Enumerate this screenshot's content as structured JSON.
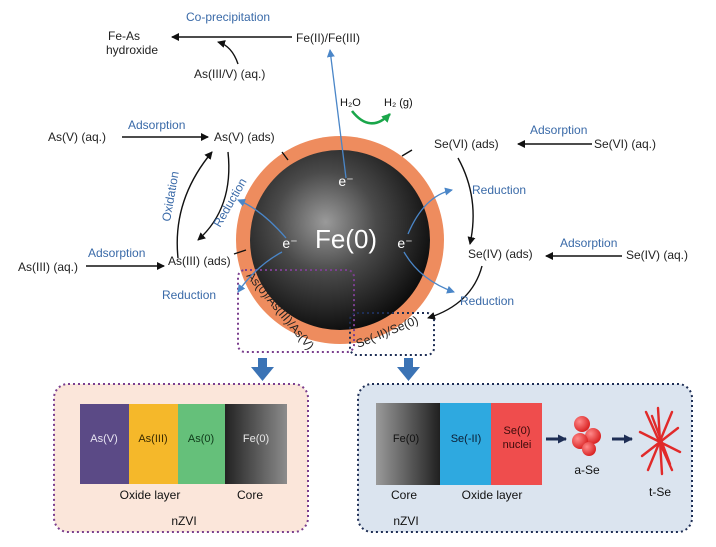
{
  "colors": {
    "shell": "#ee8c5e",
    "process_text": "#3a6aa8",
    "arrow_blue": "#4a86c8",
    "arrow_green": "#1aa64a",
    "left_panel_bg": "#fbe6da",
    "left_panel_border": "#7b3f8e",
    "right_panel_bg": "#dbe4ef",
    "right_panel_border": "#1e2e55",
    "as_v": "#5b4a86",
    "as_iii": "#f5b82a",
    "as_0": "#65c07a",
    "se_ii": "#2ea9e0",
    "se_0": "#ef4d4d"
  },
  "top": {
    "fe_ii_iii": "Fe(II)/Fe(III)",
    "coprecipitation": "Co-precipitation",
    "fe_as_line1": "Fe-As",
    "fe_as_line2": "hydroxide",
    "as_iii_v_aq": "As(III/V) (aq.)",
    "h2o": "H₂O",
    "h2g": "H₂ (g)"
  },
  "left": {
    "as_v_aq": "As(V) (aq.)",
    "adsorption_1": "Adsorption",
    "as_v_ads": "As(V) (ads)",
    "oxidation": "Oxidation",
    "reduction_1": "Reduction",
    "as_iii_aq": "As(III) (aq.)",
    "adsorption_2": "Adsorption",
    "as_iii_ads": "As(III) (ads)",
    "reduction_2": "Reduction"
  },
  "right": {
    "se_vi_ads": "Se(VI) (ads)",
    "adsorption_1": "Adsorption",
    "se_vi_aq": "Se(VI) (aq.)",
    "reduction_1": "Reduction",
    "se_iv_ads": "Se(IV) (ads)",
    "adsorption_2": "Adsorption",
    "se_iv_aq": "Se(IV) (aq.)",
    "reduction_2": "Reduction"
  },
  "particle": {
    "core_label": "Fe(0)",
    "electron": "e⁻",
    "as_shell": "As(0)/As(III)/As(V)",
    "se_shell": "Se(-II)/Se(0)"
  },
  "left_panel": {
    "layers": [
      "As(V)",
      "As(III)",
      "As(0)",
      "Fe(0)"
    ],
    "oxide_label": "Oxide layer",
    "core_label": "Core",
    "caption": "nZVI"
  },
  "right_panel": {
    "fe0": "Fe(0)",
    "se_ii": "Se(-II)",
    "se0_line1": "Se(0)",
    "se0_line2": "nuclei",
    "a_se": "a-Se",
    "t_se": "t-Se",
    "core_label": "Core",
    "oxide_label": "Oxide layer",
    "caption": "nZVI"
  }
}
